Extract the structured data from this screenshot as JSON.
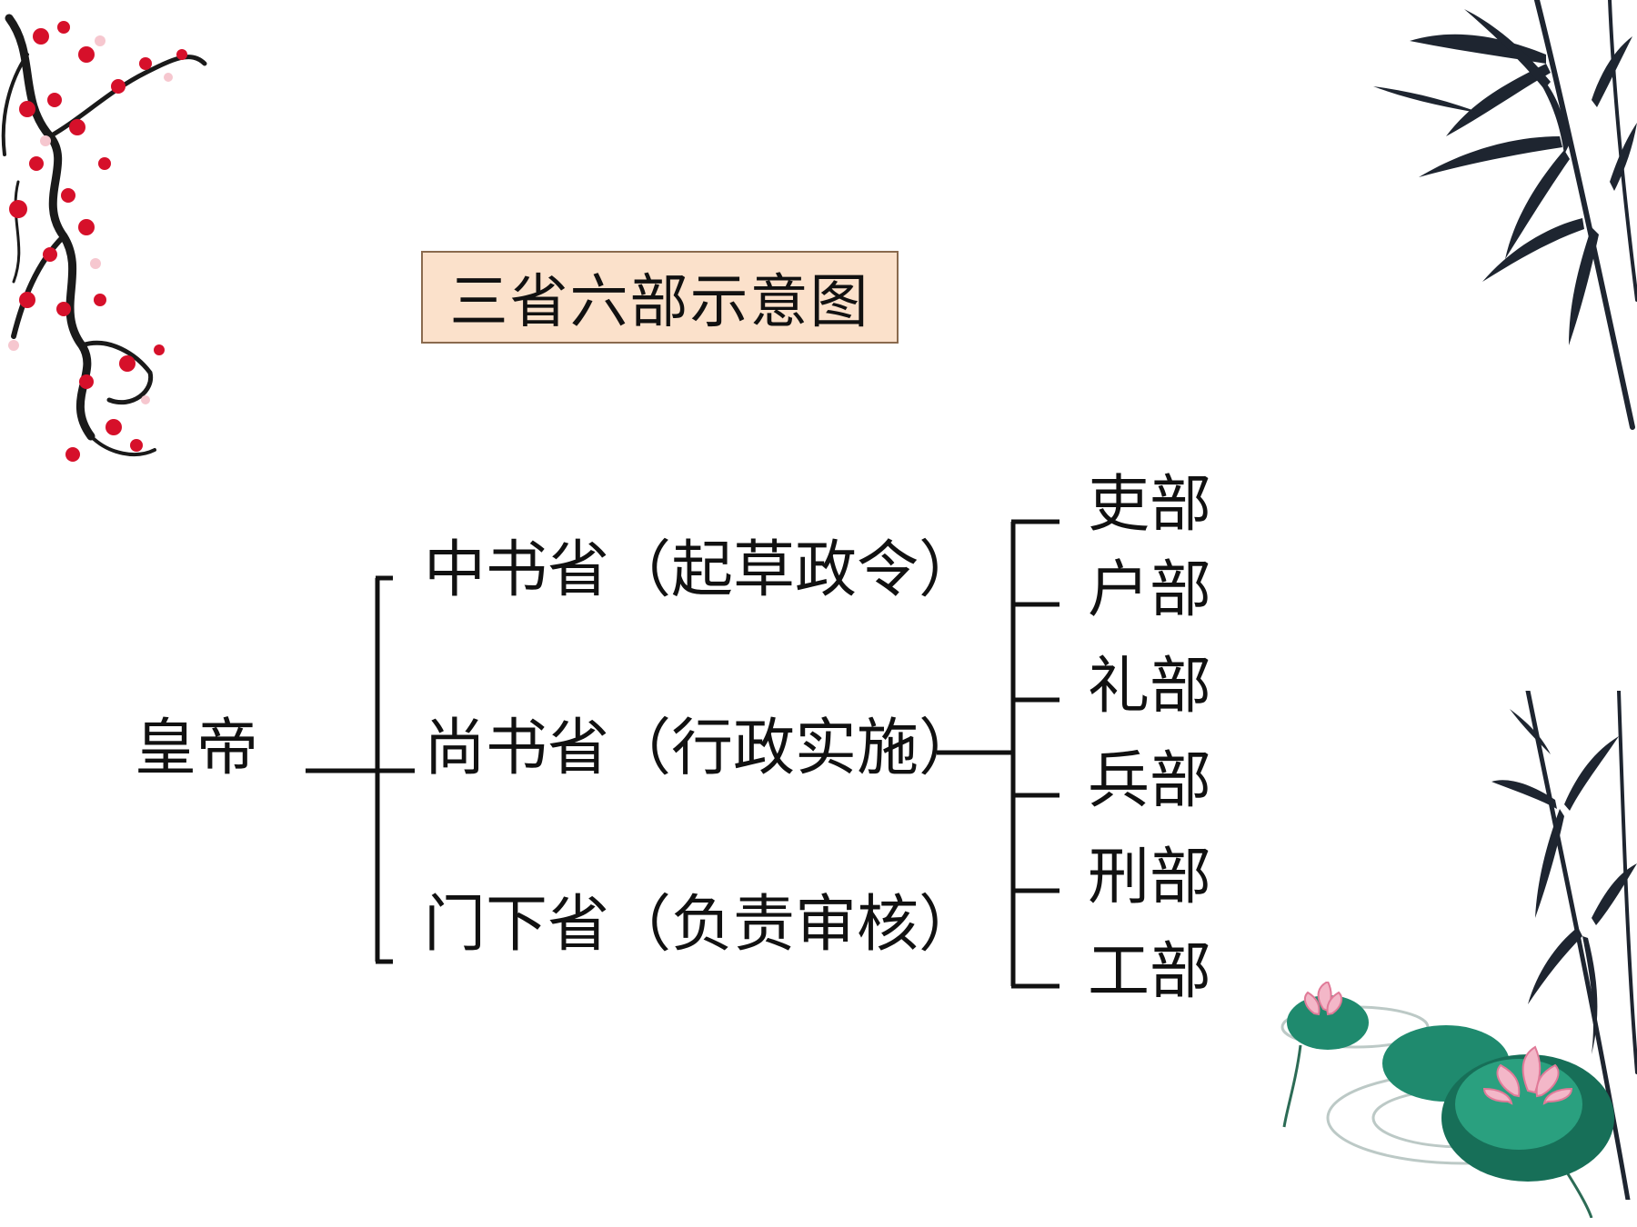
{
  "title": "三省六部示意图",
  "root": "皇帝",
  "provinces": [
    "中书省（起草政令）",
    "尚书省（行政实施）",
    "门下省（负责审核）"
  ],
  "departments": [
    "吏部",
    "户部",
    "礼部",
    "兵部",
    "刑部",
    "工部"
  ],
  "colors": {
    "title_fill": "#fbe1cb",
    "title_border": "#8a6a4e",
    "lines": "#111111",
    "plum_blossom": "#d6102a",
    "bamboo": "#1e2530",
    "lotus_leaf": "#1f8a6e",
    "lotus_flower": "#f3b7c8"
  },
  "decorations": [
    "plum-branch",
    "bamboo-top-right",
    "bamboo-bottom-right",
    "lotus-pond"
  ]
}
